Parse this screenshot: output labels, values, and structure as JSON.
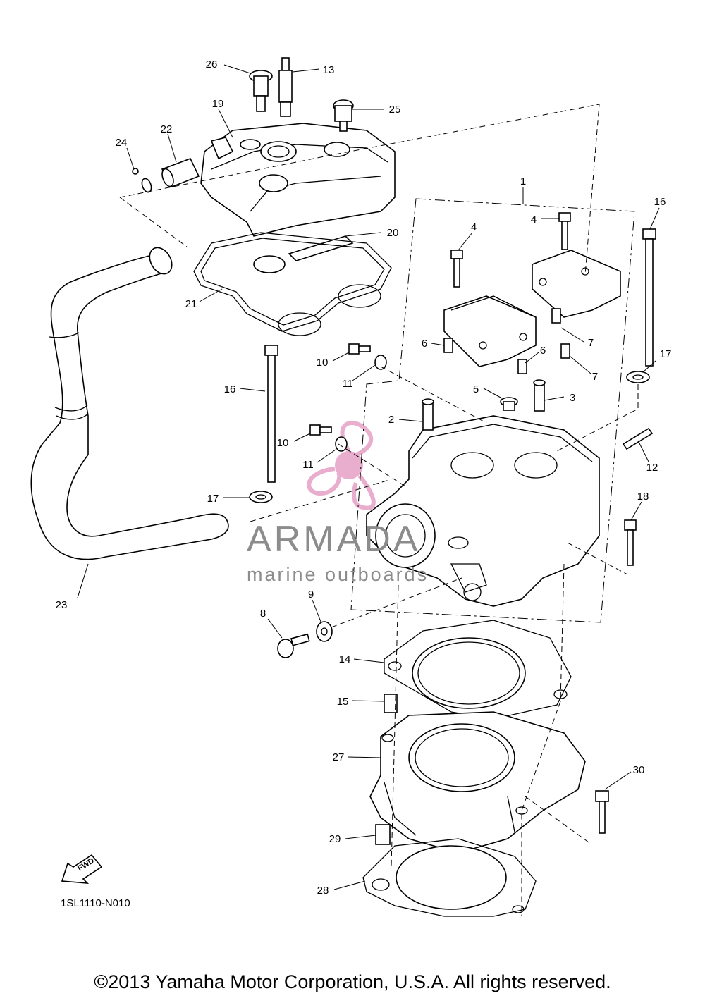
{
  "diagram": {
    "code": "1SL1110-N010",
    "copyright": "©2013 Yamaha Motor Corporation, U.S.A. All rights reserved.",
    "fwd_label": "FWD",
    "watermark": {
      "brand": "ARMADA",
      "tagline": "marine outboards"
    },
    "callouts": [
      {
        "id": "c1",
        "label": "1"
      },
      {
        "id": "c2",
        "label": "2"
      },
      {
        "id": "c3",
        "label": "3"
      },
      {
        "id": "c4a",
        "label": "4"
      },
      {
        "id": "c4b",
        "label": "4"
      },
      {
        "id": "c5",
        "label": "5"
      },
      {
        "id": "c6a",
        "label": "6"
      },
      {
        "id": "c6b",
        "label": "6"
      },
      {
        "id": "c7a",
        "label": "7"
      },
      {
        "id": "c7b",
        "label": "7"
      },
      {
        "id": "c8",
        "label": "8"
      },
      {
        "id": "c9",
        "label": "9"
      },
      {
        "id": "c10a",
        "label": "10"
      },
      {
        "id": "c10b",
        "label": "10"
      },
      {
        "id": "c11a",
        "label": "11"
      },
      {
        "id": "c11b",
        "label": "11"
      },
      {
        "id": "c12",
        "label": "12"
      },
      {
        "id": "c13",
        "label": "13"
      },
      {
        "id": "c14",
        "label": "14"
      },
      {
        "id": "c15",
        "label": "15"
      },
      {
        "id": "c16a",
        "label": "16"
      },
      {
        "id": "c16b",
        "label": "16"
      },
      {
        "id": "c17a",
        "label": "17"
      },
      {
        "id": "c17b",
        "label": "17"
      },
      {
        "id": "c18",
        "label": "18"
      },
      {
        "id": "c19",
        "label": "19"
      },
      {
        "id": "c20",
        "label": "20"
      },
      {
        "id": "c21",
        "label": "21"
      },
      {
        "id": "c22",
        "label": "22"
      },
      {
        "id": "c23",
        "label": "23"
      },
      {
        "id": "c24",
        "label": "24"
      },
      {
        "id": "c25",
        "label": "25"
      },
      {
        "id": "c26",
        "label": "26"
      },
      {
        "id": "c27",
        "label": "27"
      },
      {
        "id": "c28",
        "label": "28"
      },
      {
        "id": "c29",
        "label": "29"
      },
      {
        "id": "c30",
        "label": "30"
      }
    ]
  }
}
